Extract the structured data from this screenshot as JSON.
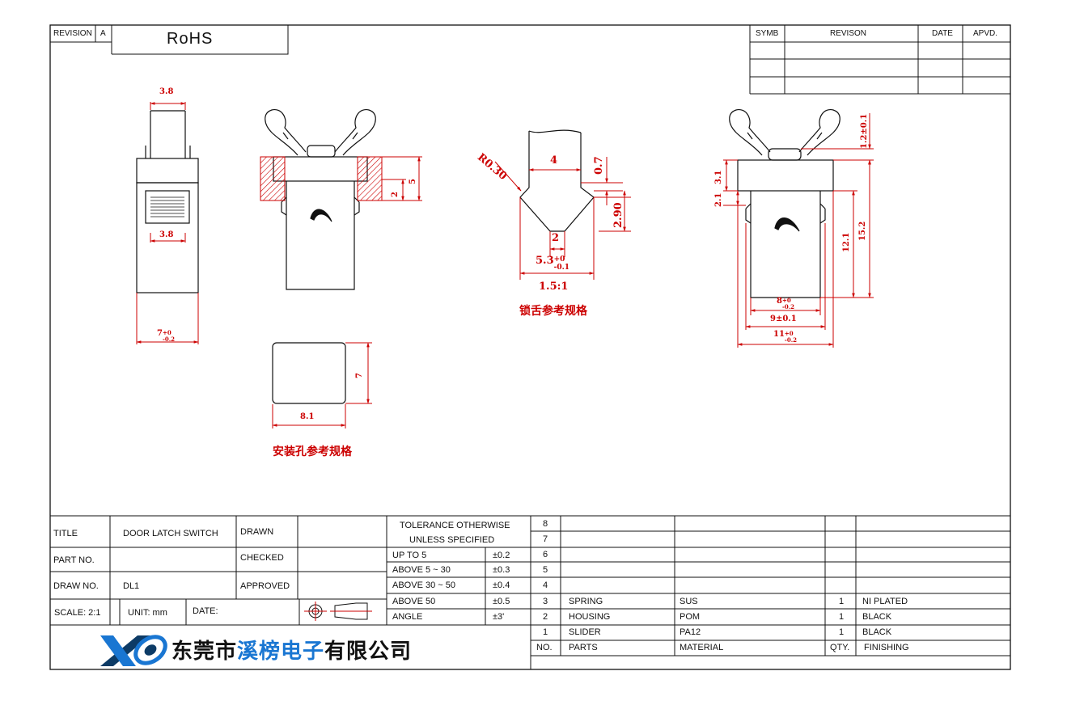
{
  "header": {
    "revision_label": "REVISION",
    "revision_value": "A",
    "rohs": "RoHS",
    "rev_table": {
      "symb": "SYMB",
      "revison": "REVISON",
      "date": "DATE",
      "apvd": "APVD."
    }
  },
  "dimensions": {
    "side_top_width": "3.8",
    "side_mid_width": "3.8",
    "side_bottom_width": "7",
    "side_bottom_tol_plus": "+0",
    "side_bottom_tol_minus": "-0.2",
    "front_thickness_2": "2",
    "front_height_5": "5",
    "tongue_radius": "R0.30",
    "tongue_width_4": "4",
    "tongue_07": "0.7",
    "tongue_290": "2.90",
    "tongue_2": "2",
    "tongue_53": "5.3",
    "tongue_53_tol_plus": "+0",
    "tongue_53_tol_minus": "-0.1",
    "tongue_scale": "1.5:1",
    "right_12": "1.2±0.1",
    "right_31": "3.1",
    "right_21": "2.1",
    "right_121": "12.1",
    "right_152": "15.2",
    "right_8": "8",
    "right_8_tol_plus": "+0",
    "right_8_tol_minus": "-0.2",
    "right_9": "9±0.1",
    "right_11": "11",
    "right_11_tol_plus": "+0",
    "right_11_tol_minus": "-0.2",
    "hole_7": "7",
    "hole_81": "8.1"
  },
  "notes": {
    "tongue_ref": "锁舌参考规格",
    "hole_ref": "安装孔参考规格"
  },
  "title_block": {
    "title_label": "TITLE",
    "title_value": "DOOR LATCH SWITCH",
    "drawn_label": "DRAWN",
    "part_label": "PART NO.",
    "checked_label": "CHECKED",
    "draw_label": "DRAW NO.",
    "draw_value": "DL1",
    "approved_label": "APPROVED",
    "scale_label": "SCALE: 2:1",
    "unit_label": "UNIT: mm",
    "date_label": "DATE:",
    "company_part1": "东莞市",
    "company_part2": "溪榜电子",
    "company_part3": "有限公司"
  },
  "tolerance": {
    "heading_line1": "TOLERANCE OTHERWISE",
    "heading_line2": "UNLESS SPECIFIED",
    "rows": [
      {
        "range": "UP TO 5",
        "tol": "±0.2"
      },
      {
        "range": "ABOVE 5 ~ 30",
        "tol": "±0.3"
      },
      {
        "range": "ABOVE 30 ~ 50",
        "tol": "±0.4"
      },
      {
        "range": "ABOVE 50",
        "tol": "±0.5"
      },
      {
        "range": "ANGLE",
        "tol": "±3'"
      }
    ]
  },
  "bom": {
    "rows": [
      {
        "no": "8",
        "part": "",
        "material": "",
        "qty": "",
        "finishing": ""
      },
      {
        "no": "7",
        "part": "",
        "material": "",
        "qty": "",
        "finishing": ""
      },
      {
        "no": "6",
        "part": "",
        "material": "",
        "qty": "",
        "finishing": ""
      },
      {
        "no": "5",
        "part": "",
        "material": "",
        "qty": "",
        "finishing": ""
      },
      {
        "no": "4",
        "part": "",
        "material": "",
        "qty": "",
        "finishing": ""
      },
      {
        "no": "3",
        "part": "SPRING",
        "material": "SUS",
        "qty": "1",
        "finishing": "NI PLATED"
      },
      {
        "no": "2",
        "part": "HOUSING",
        "material": "POM",
        "qty": "1",
        "finishing": "BLACK"
      },
      {
        "no": "1",
        "part": "SLIDER",
        "material": "PA12",
        "qty": "1",
        "finishing": "BLACK"
      }
    ],
    "header": {
      "no": "NO.",
      "part": "PARTS",
      "material": "MATERIAL",
      "qty": "QTY.",
      "finishing": "FINISHING"
    }
  },
  "colors": {
    "dimension": "#cc0000",
    "line": "#111111",
    "logo_blue": "#1976d2",
    "logo_dark": "#0d3b66"
  }
}
